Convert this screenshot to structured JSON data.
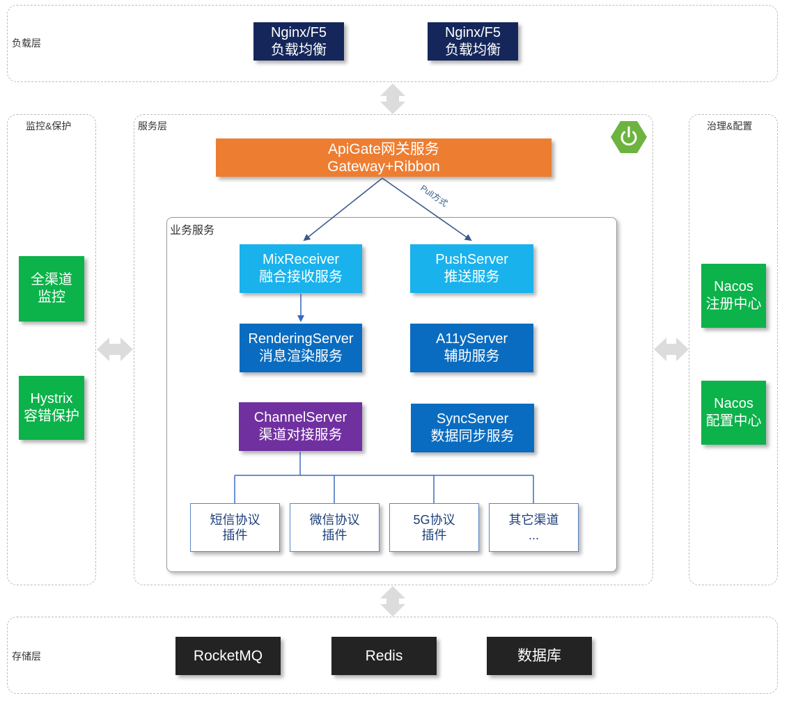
{
  "layers": {
    "load": "负载层",
    "monitor": "监控&保护",
    "service": "服务层",
    "governance": "治理&配置",
    "storage": "存储层",
    "business": "业务服务"
  },
  "load_balancers": [
    {
      "line1": "Nginx/F5",
      "line2": "负载均衡"
    },
    {
      "line1": "Nginx/F5",
      "line2": "负载均衡"
    }
  ],
  "gateway": {
    "line1": "ApiGate网关服务",
    "line2": "Gateway+Ribbon"
  },
  "pull_label": "Pull方式",
  "services": {
    "mix_receiver": {
      "line1": "MixReceiver",
      "line2": "融合接收服务"
    },
    "push_server": {
      "line1": "PushServer",
      "line2": "推送服务"
    },
    "rendering_server": {
      "line1": "RenderingServer",
      "line2": "消息渲染服务"
    },
    "a11y_server": {
      "line1": "A11yServer",
      "line2": "辅助服务"
    },
    "channel_server": {
      "line1": "ChannelServer",
      "line2": "渠道对接服务"
    },
    "sync_server": {
      "line1": "SyncServer",
      "line2": "数据同步服务"
    }
  },
  "plugins": [
    {
      "line1": "短信协议",
      "line2": "插件"
    },
    {
      "line1": "微信协议",
      "line2": "插件"
    },
    {
      "line1": "5G协议",
      "line2": "插件"
    },
    {
      "line1": "其它渠道",
      "line2": "..."
    }
  ],
  "monitoring": [
    {
      "line1": "全渠道",
      "line2": "监控"
    },
    {
      "line1": "Hystrix",
      "line2": "容错保护"
    }
  ],
  "governance_items": [
    {
      "line1": "Nacos",
      "line2": "注册中心"
    },
    {
      "line1": "Nacos",
      "line2": "配置中心"
    }
  ],
  "storage_items": [
    "RocketMQ",
    "Redis",
    "数据库"
  ],
  "colors": {
    "navy": "#15275a",
    "orange": "#ed7d31",
    "sky": "#19b2ec",
    "blue": "#0a6cc0",
    "purple": "#7030a0",
    "green": "#0cb24a",
    "black": "#232323",
    "spring": "#6db33f",
    "connector": "#3a5a8c",
    "arrow": "#dcdcdc"
  },
  "icons": {
    "spring": "spring-power-icon"
  }
}
